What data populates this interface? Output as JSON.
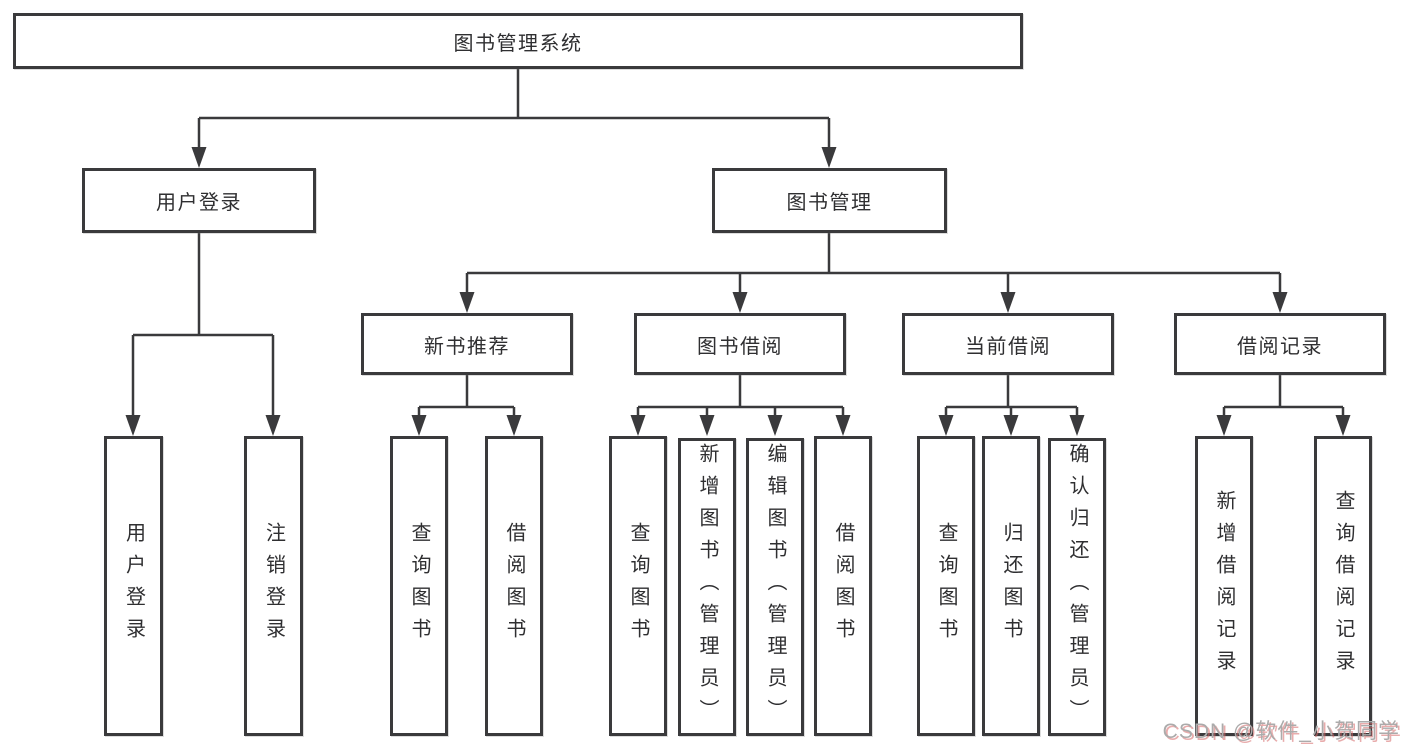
{
  "diagram": {
    "root": "图书管理系统",
    "user_login": {
      "label": "用户登录",
      "children": [
        "用户登录",
        "注销登录"
      ]
    },
    "book_mgmt": {
      "label": "图书管理",
      "sections": [
        {
          "label": "新书推荐",
          "children": [
            "查询图书",
            "借阅图书"
          ]
        },
        {
          "label": "图书借阅",
          "children": [
            "查询图书",
            "新增图书（管理员）",
            "编辑图书（管理员）",
            "借阅图书"
          ]
        },
        {
          "label": "当前借阅",
          "children": [
            "查询图书",
            "归还图书",
            "确认归还（管理员）"
          ]
        },
        {
          "label": "借阅记录",
          "children": [
            "新增借阅记录",
            "查询借阅记录"
          ]
        }
      ]
    }
  },
  "watermark": "CSDN @软件_小贺同学",
  "colors": {
    "line": "#3a3a3c",
    "text": "#2f2f31",
    "background": "#ffffff",
    "watermark_gray": "#ababab",
    "watermark_red": "#d66868"
  }
}
